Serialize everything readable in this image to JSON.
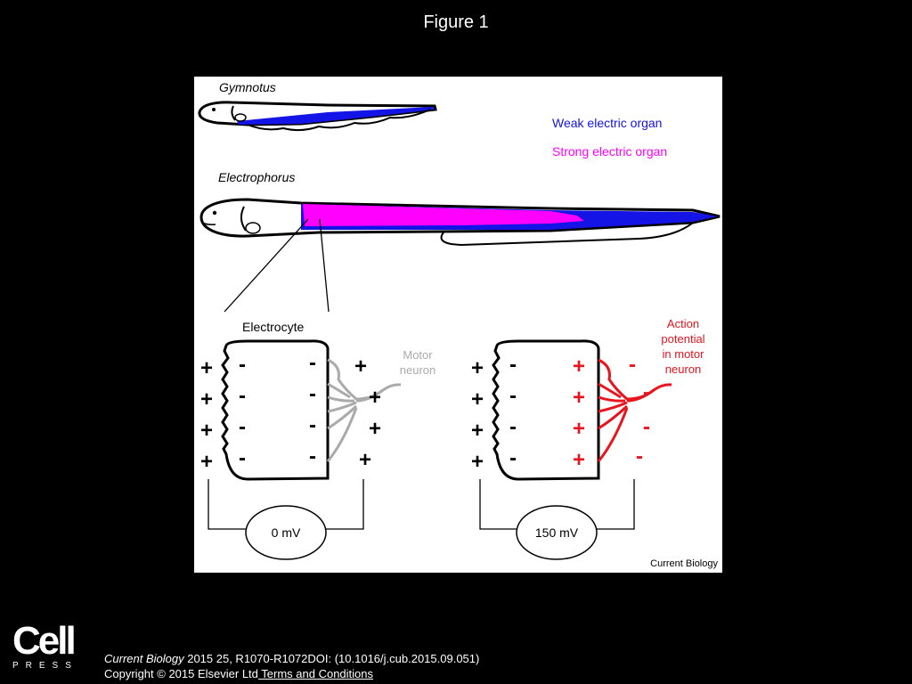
{
  "slide_title": "Figure 1",
  "figure": {
    "gymnotus_label": "Gymnotus",
    "electrophorus_label": "Electrophorus",
    "legend": {
      "weak": {
        "text": "Weak electric organ",
        "color": "#1414e6"
      },
      "strong": {
        "text": "Strong electric organ",
        "color": "#ff00ff"
      }
    },
    "electrocyte_label": "Electrocyte",
    "motor_neuron_label": [
      "Motor",
      "neuron"
    ],
    "action_potential_label": [
      "Action",
      "potential",
      "in motor",
      "neuron"
    ],
    "left_meter": "0 mV",
    "right_meter": "150 mV",
    "plus_sign": "+",
    "minus_sign": "-",
    "credit": "Current Biology",
    "colors": {
      "active": "#e8141e",
      "neuron_rest": "#aaaaaa"
    }
  },
  "logo": {
    "word": "Cell",
    "sub": "PRESS"
  },
  "citation": {
    "journal": "Current Biology",
    "details": " 2015 25, R1070-R1072DOI: (10.1016/j.cub.2015.09.051)",
    "copyright": "Copyright © 2015 Elsevier Ltd",
    "terms": " Terms and Conditions"
  }
}
